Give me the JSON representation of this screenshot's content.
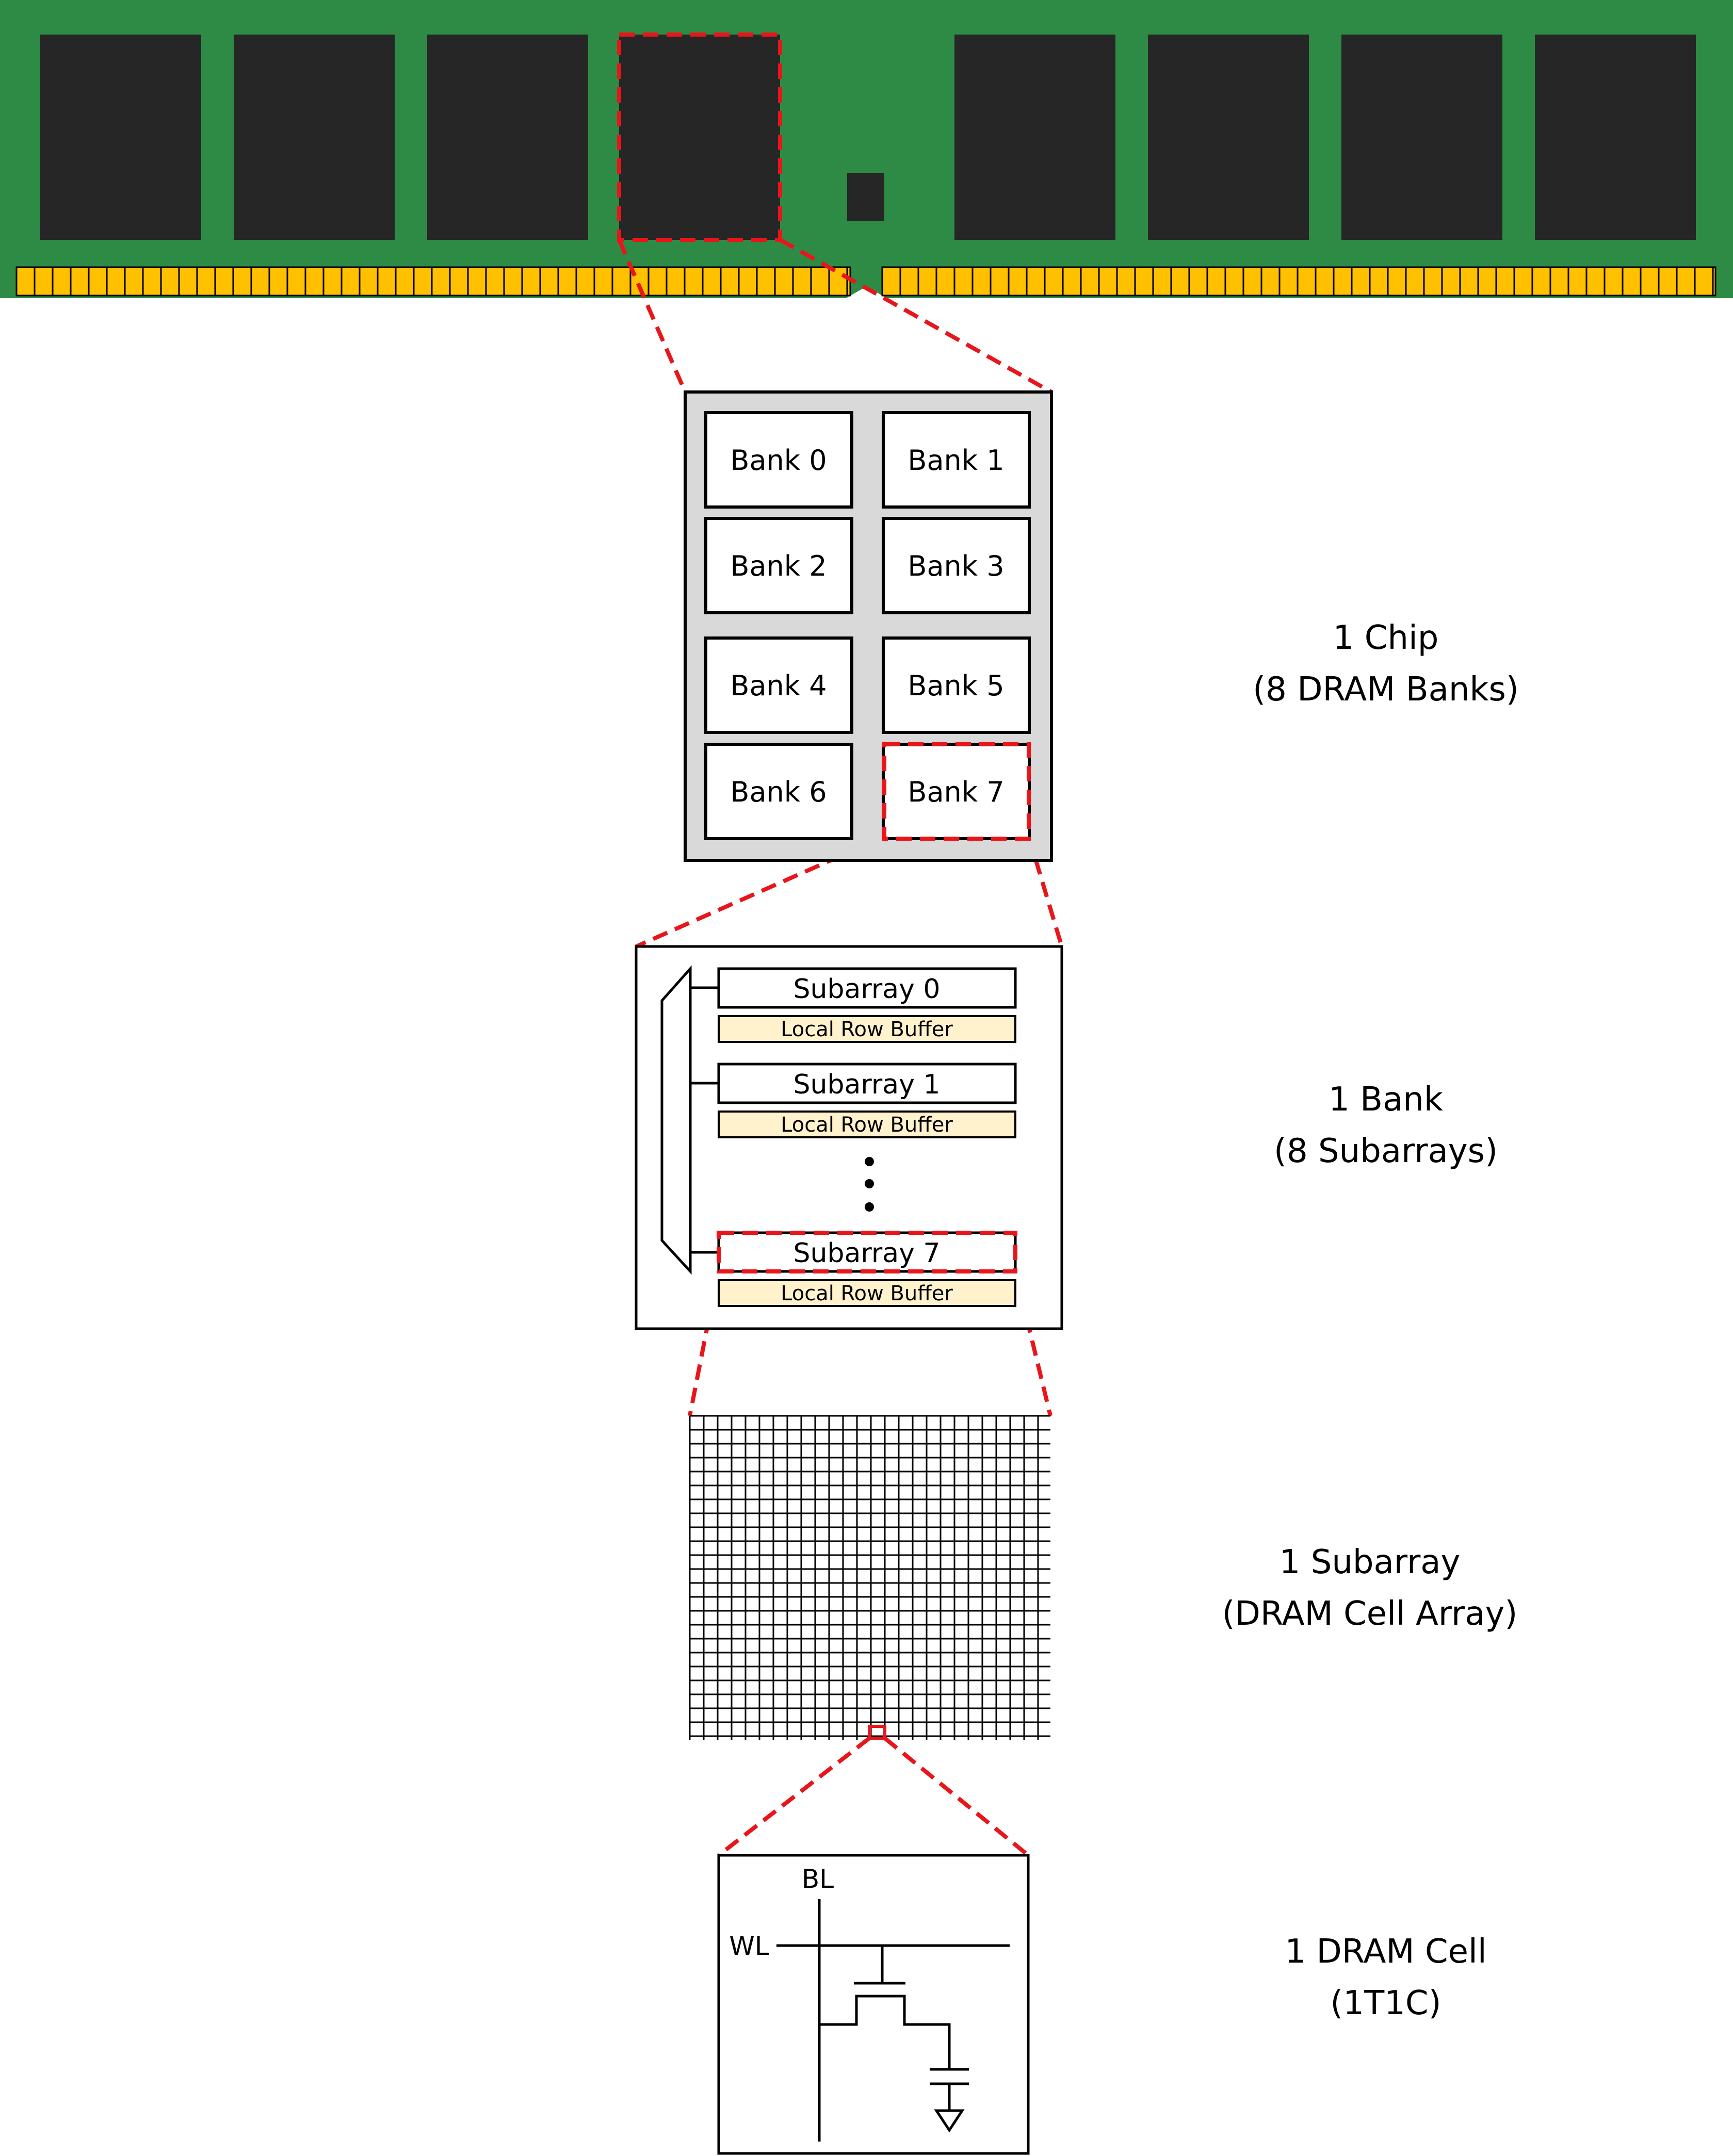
{
  "module": {
    "pcb_color": "#2E8B45",
    "chip_color": "#262626",
    "pin_color": "#FFC000",
    "chip_count": 8
  },
  "chip": {
    "banks": [
      "Bank 0",
      "Bank 1",
      "Bank 2",
      "Bank 3",
      "Bank 4",
      "Bank 5",
      "Bank 6",
      "Bank 7"
    ],
    "caption_line1": "1 Chip",
    "caption_line2": "(8 DRAM Banks)",
    "fill": "#D9D9D9"
  },
  "bank": {
    "subarrays": [
      {
        "label": "Subarray 0",
        "buffer": "Local Row Buffer"
      },
      {
        "label": "Subarray 1",
        "buffer": "Local Row Buffer"
      },
      {
        "label": "Subarray 7",
        "buffer": "Local Row Buffer"
      }
    ],
    "caption_line1": "1 Bank",
    "caption_line2": "(8 Subarrays)",
    "buffer_fill": "#FFF2CC"
  },
  "subarray": {
    "caption_line1": "1 Subarray",
    "caption_line2": "(DRAM Cell Array)"
  },
  "cell": {
    "bitline_label": "BL",
    "wordline_label": "WL",
    "caption_line1": "1 DRAM Cell",
    "caption_line2": "(1T1C)"
  },
  "zoom_color": "#E8161B"
}
